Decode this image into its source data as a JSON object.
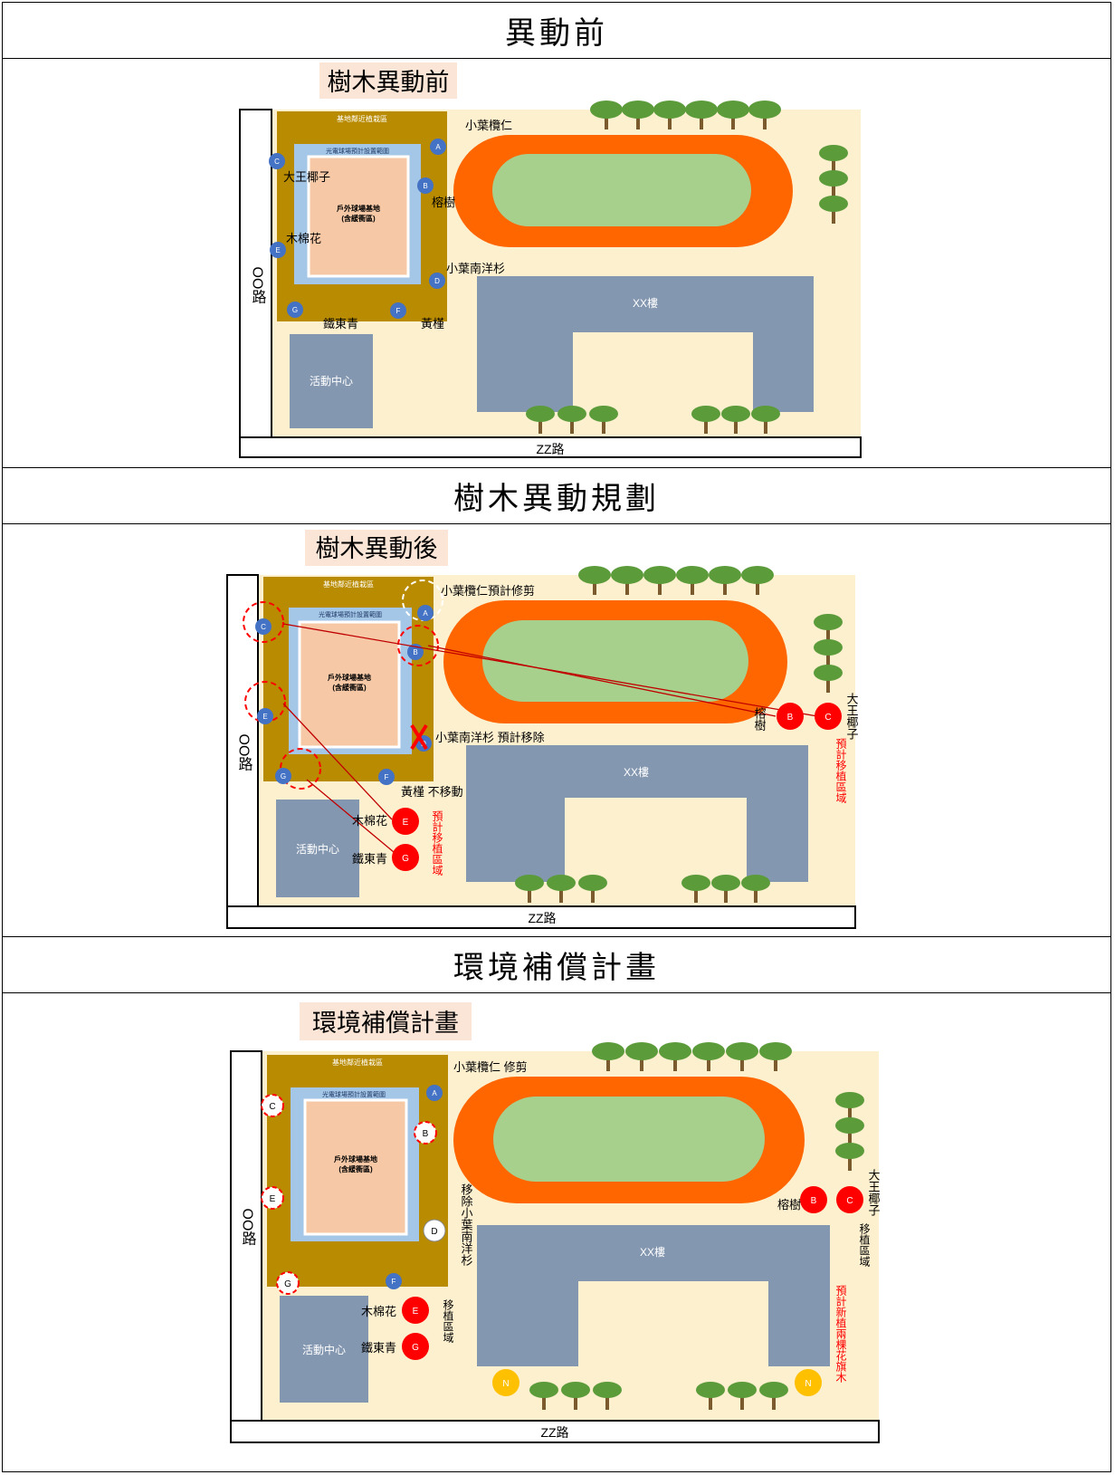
{
  "sections": [
    {
      "heading": "異動前",
      "label": "樹木異動前",
      "site": {
        "nursery": "基地鄰近植栽區",
        "pv_range": "光電球場預計設置範圍",
        "court": "戶外球場基地",
        "court_sub": "(含緩衝區)",
        "building": "XX樓",
        "activity_center": "活動中心",
        "road_left": "OO路",
        "road_bottom": "ZZ路"
      },
      "notes": {
        "indian_almond": "小葉欖仁",
        "royal_palm": "大王椰子",
        "banyan": "榕樹",
        "kapok": "木棉花",
        "araucaria": "小葉南洋杉",
        "ironwood": "鐵東青",
        "hibiscus": "黃槿"
      },
      "tree_letters": [
        "A",
        "B",
        "C",
        "D",
        "E",
        "F",
        "G"
      ]
    },
    {
      "heading": "樹木異動規劃",
      "label": "樹木異動後",
      "site": {
        "nursery": "基地鄰近植栽區",
        "pv_range": "光電球場預計設置範圍",
        "court": "戶外球場基地",
        "court_sub": "(含緩衝區)",
        "building": "XX樓",
        "activity_center": "活動中心",
        "road_left": "OO路",
        "road_bottom": "ZZ路"
      },
      "notes": {
        "trim": "小葉欖仁預計修剪",
        "remove": "小葉南洋杉 預計移除",
        "stay": "黃槿 不移動",
        "banyan": "榕樹",
        "royal_palm": "大王椰子",
        "kapok": "木棉花",
        "ironwood": "鐵東青",
        "transplant_right": "預計移植區域",
        "transplant_left": "預計移植區域"
      },
      "tree_letters": [
        "A",
        "B",
        "C",
        "D",
        "E",
        "F",
        "G"
      ]
    },
    {
      "heading": "環境補償計畫",
      "label": "環境補償計畫",
      "site": {
        "nursery": "基地鄰近植栽區",
        "pv_range": "光電球場預計設置範圍",
        "court": "戶外球場基地",
        "court_sub": "(含緩衝區)",
        "building": "XX樓",
        "activity_center": "活動中心",
        "road_left": "OO路",
        "road_bottom": "ZZ路"
      },
      "notes": {
        "trim": "小葉欖仁 修剪",
        "remove": "移除小葉南洋杉",
        "banyan": "榕樹",
        "royal_palm": "大王椰子",
        "transplant_right": "移植區域",
        "kapok": "木棉花",
        "ironwood": "鐵東青",
        "transplant_left": "移植區域",
        "new_plant": "預計新植兩棵花旗木",
        "new_letter": "N"
      },
      "tree_letters": [
        "A",
        "B",
        "C",
        "D",
        "E",
        "F",
        "G"
      ]
    }
  ],
  "colors": {
    "background": "#fdf0cf",
    "nursery": "#b98b00",
    "pv_range": "#a4c6e7",
    "court": "#f6c8a6",
    "track": "#ff6600",
    "field": "#a7d08c",
    "building": "#8497b0",
    "tree_marker": "#4472c4",
    "transplant_marker": "#ff0000",
    "new_marker": "#ffc000",
    "annotation_red": "#ff0000",
    "label_bg": "#fbe5d6"
  }
}
